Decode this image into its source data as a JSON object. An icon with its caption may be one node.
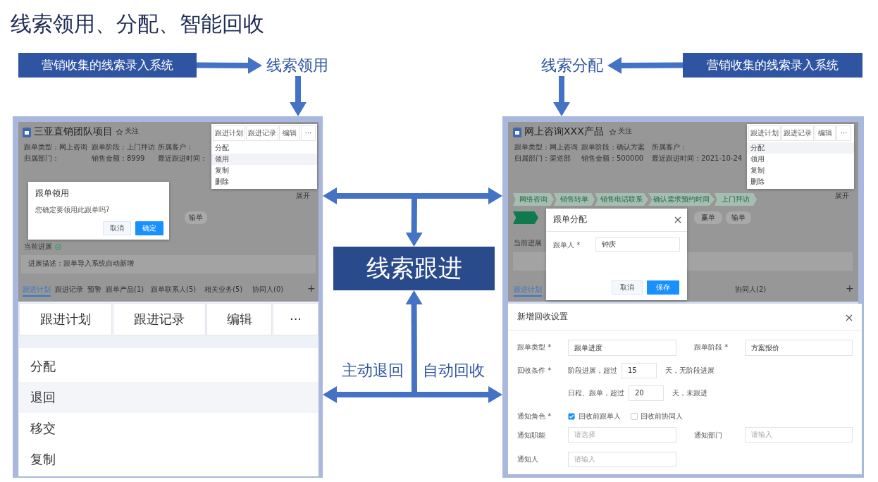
{
  "diagram": {
    "title": "线索领用、分配、智能回收",
    "nodes": [
      {
        "text": [
          "营销收集的线索录入系统"
        ]
      },
      {
        "text": [
          "线索领用"
        ]
      },
      {
        "text": [
          "线索分配"
        ]
      },
      {
        "text": [
          "营销收集的线索录入系统"
        ]
      },
      {
        "text": [],
        "shape": "picture"
      },
      {
        "text": [
          "线索跟进"
        ]
      },
      {
        "text": [],
        "shape": "picture"
      }
    ],
    "edges": [
      {
        "from": 0,
        "to": 1,
        "arrow": "to"
      },
      {
        "from": 3,
        "to": 2,
        "arrow": "to"
      },
      {
        "from": 1,
        "to": 4,
        "arrow": "to"
      },
      {
        "from": 2,
        "to": 6,
        "arrow": "to"
      },
      {
        "from": 4,
        "to": 6,
        "arrow": "both"
      },
      {
        "from": null,
        "to": 5,
        "arrow": "to"
      },
      {
        "from": 4,
        "to": 6,
        "arrow": "both"
      },
      {
        "from": null,
        "to": 5,
        "arrow": "to"
      }
    ],
    "labels": [
      "三亚直销团队项目",
      "关注",
      "跟单类型：网上咨询",
      "跟单阶段：上门拜访",
      "所属客户：",
      "归属部门：",
      "销售金额：8999",
      "最近跟进时间：",
      "展开",
      "跟进计划",
      "跟进记录",
      "编辑",
      "···",
      "分配",
      "领用",
      "复制",
      "删除",
      "跟单领用",
      "您确定要领用此跟单吗?",
      "取消",
      "确定",
      "输单",
      "当前进展",
      "进展描述：跟单导入系统自动新增",
      "跟进计划",
      "跟进记录",
      "预警",
      "跟单产品(1)",
      "跟单联系人(5)",
      "相关业务(5)",
      "协同人(0)",
      "+",
      "跟进计划",
      "跟进记录",
      "编辑",
      "···",
      "分配",
      "退回",
      "移交",
      "复制",
      "主动退回",
      "自动回收",
      "网上咨询XXX产品",
      "关注",
      "跟单类型：网上咨询",
      "跟单阶段：确认方案",
      "所属客户：",
      "归属部门：渠道部",
      "销售金额：500000",
      "最近跟进时间：2021-10-24",
      "展开",
      "跟进计划",
      "跟进记录",
      "编辑",
      "···",
      "分配",
      "领用",
      "复制",
      "删除",
      "网络咨询",
      "销售转单",
      "销售电话联系",
      "确认需求预约时间",
      "上门拜访",
      "赢单",
      "输单",
      "当前进展",
      "跟进计划",
      "协同人(2)",
      "+",
      "跟单分配",
      "跟单人 *",
      "钟庆",
      "取消",
      "保存",
      "新增回收设置",
      "跟单类型 *",
      "跟单进度",
      "跟单阶段 *",
      "方案报价",
      "回收条件 *",
      "阶段进展，超过",
      "15",
      "天，无阶段进展",
      "日程、跟单，超过",
      "20",
      "天，未跟进",
      "通知角色 *",
      "回收前跟单人",
      "回收前协同人",
      "通知职能",
      "请选择",
      "通知部门",
      "请输入",
      "通知人",
      "请输入"
    ]
  }
}
